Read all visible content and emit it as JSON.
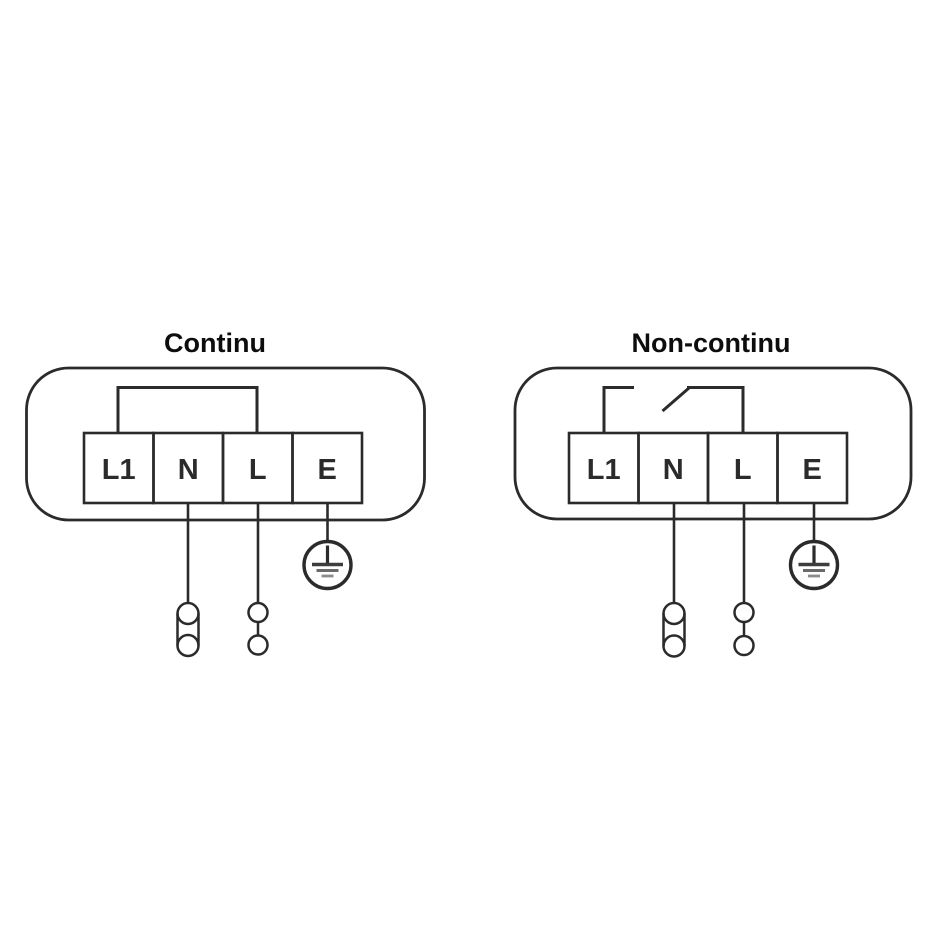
{
  "page": {
    "background_color": "#ffffff",
    "stroke_color": "#2b2b2b",
    "title_color": "#0d0d0d"
  },
  "diagrams": [
    {
      "title": "Continu",
      "bridge_type": "solid jumper between L1 and L",
      "terminals": [
        "L1",
        "N",
        "L",
        "E"
      ],
      "symbols": [
        "protective-earth",
        "double-circle-link-connector",
        "double-circle-chain-connector"
      ]
    },
    {
      "title": "Non-continu",
      "bridge_type": "open switch contact between L1 and L",
      "terminals": [
        "L1",
        "N",
        "L",
        "E"
      ],
      "symbols": [
        "protective-earth",
        "double-circle-link-connector",
        "double-circle-chain-connector"
      ]
    }
  ]
}
